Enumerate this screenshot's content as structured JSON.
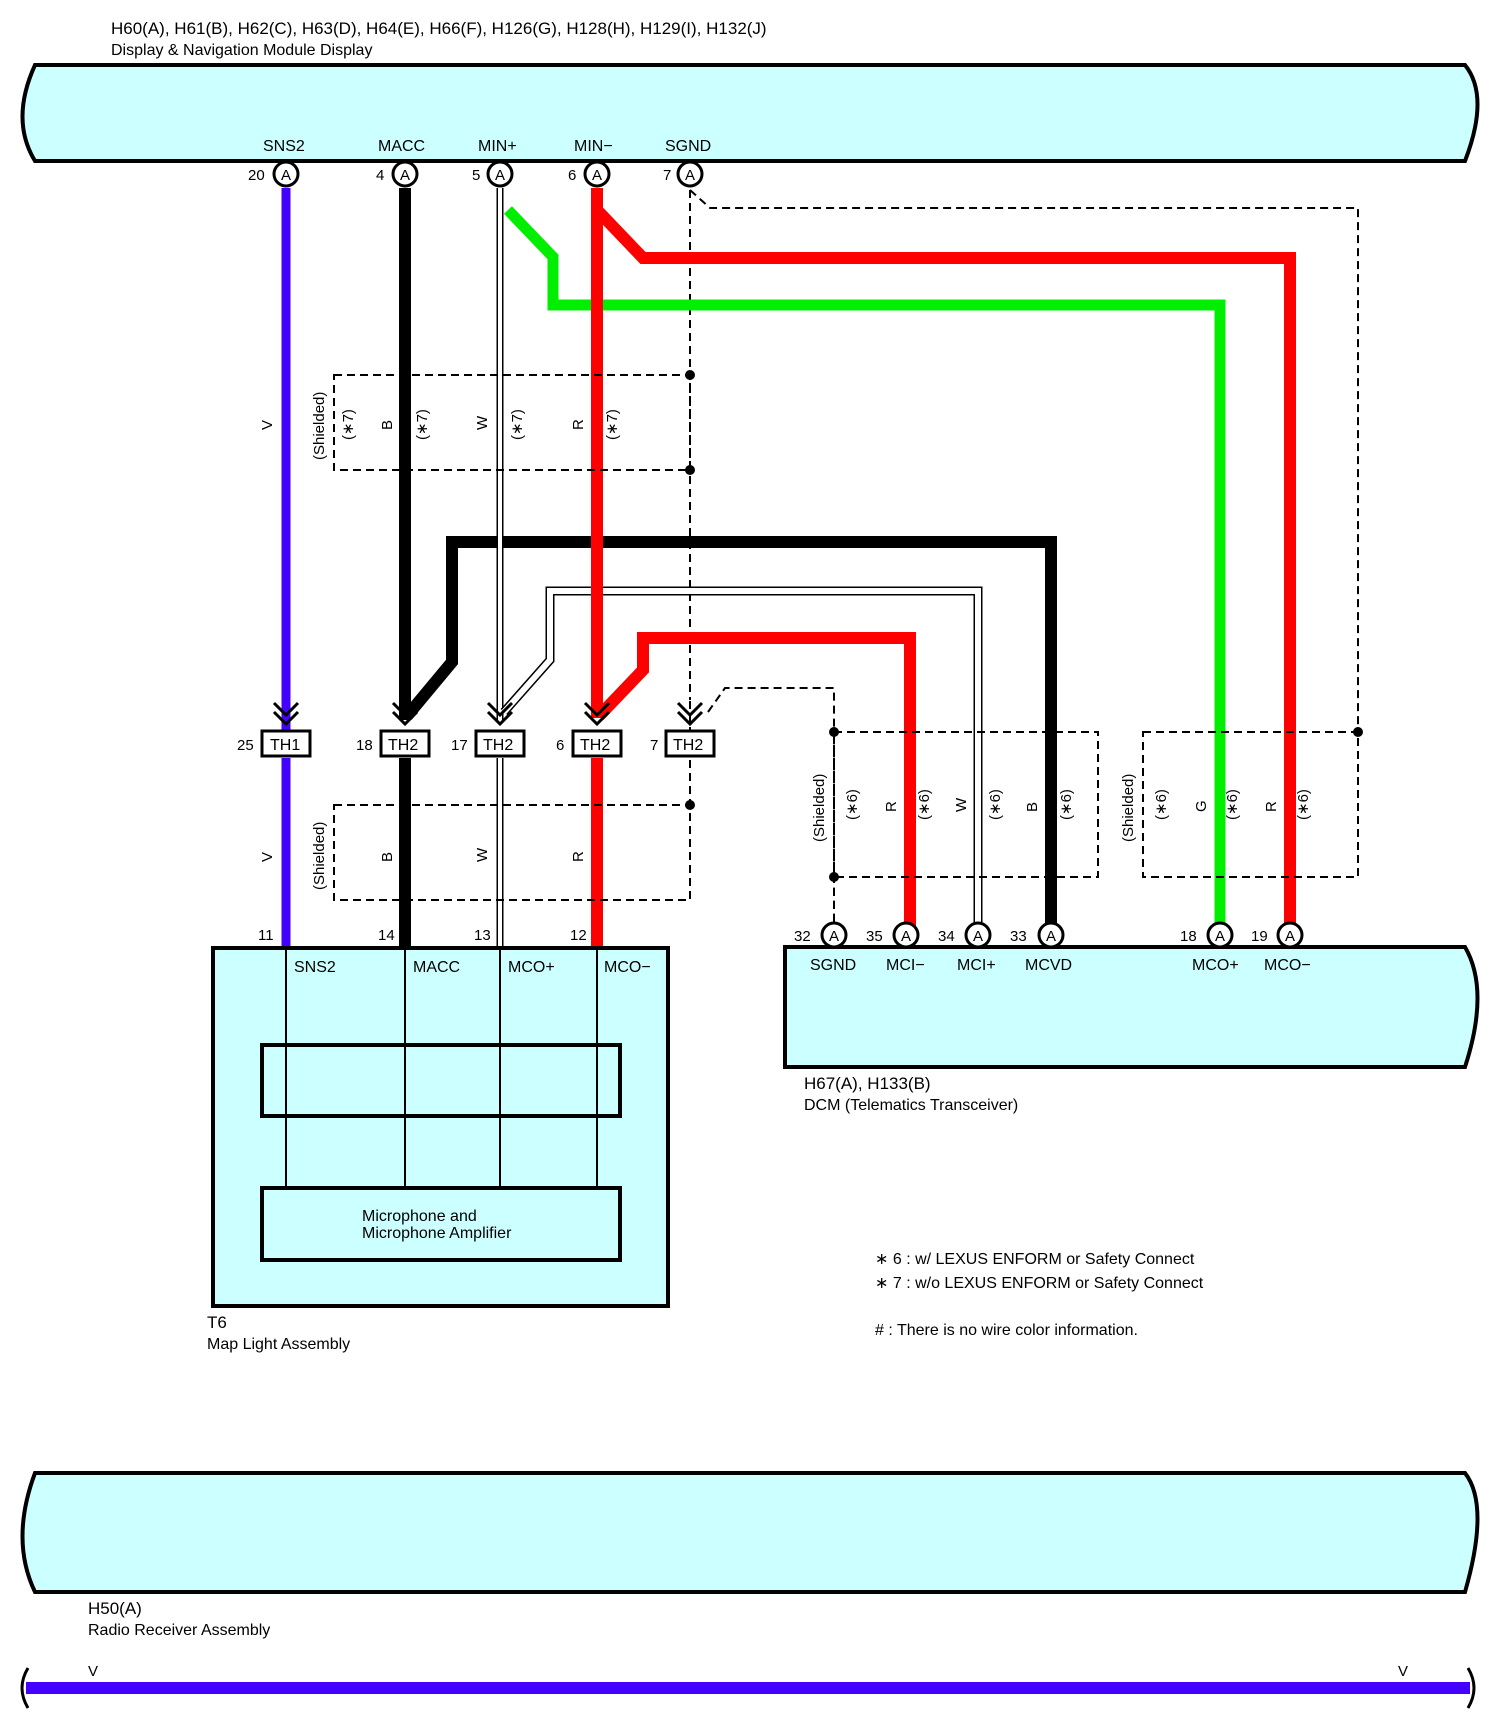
{
  "colors": {
    "fill": "#ccffff",
    "violet": "#4400ff",
    "black": "#000000",
    "red": "#ff0000",
    "green": "#00ee00",
    "white_wire": "#ffffff"
  },
  "top_component": {
    "connectors": "H60(A), H61(B), H62(C), H63(D), H64(E), H66(F), H126(G), H128(H), H129(I), H132(J)",
    "name": "Display & Navigation Module Display",
    "terminals": [
      {
        "label": "SNS2",
        "pin": "20",
        "conn": "A"
      },
      {
        "label": "MACC",
        "pin": "4",
        "conn": "A"
      },
      {
        "label": "MIN+",
        "pin": "5",
        "conn": "A"
      },
      {
        "label": "MIN−",
        "pin": "6",
        "conn": "A"
      },
      {
        "label": "SGND",
        "pin": "7",
        "conn": "A"
      }
    ]
  },
  "upper_shield": {
    "label": "(Shielded)",
    "wires": [
      {
        "color": "V",
        "note": ""
      },
      {
        "color": "B",
        "note": "(∗7)"
      },
      {
        "color": "W",
        "note": "(∗7)"
      },
      {
        "color": "R",
        "note": "(∗7)"
      }
    ],
    "note_left": "(∗7)"
  },
  "junctions": [
    {
      "pin": "25",
      "name": "TH1"
    },
    {
      "pin": "18",
      "name": "TH2"
    },
    {
      "pin": "17",
      "name": "TH2"
    },
    {
      "pin": "6",
      "name": "TH2"
    },
    {
      "pin": "7",
      "name": "TH2"
    }
  ],
  "lower_shield": {
    "label": "(Shielded)",
    "wires": [
      "V",
      "B",
      "W",
      "R"
    ]
  },
  "map_light": {
    "connector": "T6",
    "name": "Map Light Assembly",
    "inner_label_1": "Microphone and",
    "inner_label_2": "Microphone Amplifier",
    "terminals": [
      {
        "pin": "11",
        "label": "SNS2"
      },
      {
        "pin": "14",
        "label": "MACC"
      },
      {
        "pin": "13",
        "label": "MCO+"
      },
      {
        "pin": "12",
        "label": "MCO−"
      }
    ]
  },
  "dcm": {
    "connectors": "H67(A), H133(B)",
    "name": "DCM (Telematics Transceiver)",
    "terminals": [
      {
        "pin": "32",
        "conn": "A",
        "label": "SGND"
      },
      {
        "pin": "35",
        "conn": "A",
        "label": "MCI−"
      },
      {
        "pin": "34",
        "conn": "A",
        "label": "MCI+"
      },
      {
        "pin": "33",
        "conn": "A",
        "label": "MCVD"
      },
      {
        "pin": "18",
        "conn": "A",
        "label": "MCO+"
      },
      {
        "pin": "19",
        "conn": "A",
        "label": "MCO−"
      }
    ],
    "shield1": {
      "label": "(Shielded)",
      "note": "(∗6)",
      "wires": [
        {
          "color": "R",
          "note": "(∗6)"
        },
        {
          "color": "W",
          "note": "(∗6)"
        },
        {
          "color": "B",
          "note": "(∗6)"
        }
      ]
    },
    "shield2": {
      "label": "(Shielded)",
      "note": "(∗6)",
      "wires": [
        {
          "color": "G",
          "note": "(∗6)"
        },
        {
          "color": "R",
          "note": "(∗6)"
        }
      ]
    }
  },
  "notes": {
    "n6": "∗ 6 : w/ LEXUS ENFORM or Safety Connect",
    "n7": "∗ 7 : w/o LEXUS ENFORM or Safety Connect",
    "hash": "# : There is no wire color information."
  },
  "radio": {
    "connector": "H50(A)",
    "name": "Radio Receiver Assembly"
  },
  "bottom_wire": {
    "left": "V",
    "right": "V"
  }
}
